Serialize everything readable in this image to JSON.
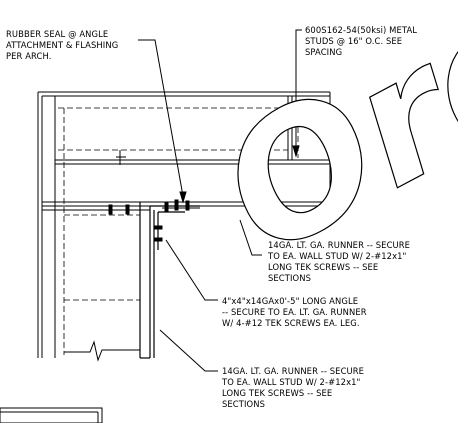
{
  "notes": {
    "rubber_seal": [
      "RUBBER SEAL @ ANGLE",
      "ATTACHMENT & FLASHING",
      "PER ARCH."
    ],
    "metal_studs": [
      "600S162-54(50ksi) METAL",
      "STUDS @ 16\" O.C. SEE",
      "SPACING"
    ],
    "runner_upper": [
      "14GA. LT. GA. RUNNER -- SECURE",
      "TO EA. WALL STUD W/ 2-#12x1\"",
      "LONG TEK SCREWS -- SEE",
      "SECTIONS"
    ],
    "angle": [
      "4\"x4\"x14GAx0'-5\" LONG ANGLE",
      "-- SECURE TO EA. LT. GA. RUNNER",
      "W/ 4-#12 TEK SCREWS EA. LEG."
    ],
    "runner_lower": [
      "14GA. LT. GA. RUNNER -- SECURE",
      "TO EA. WALL STUD W/ 2-#12x1\"",
      "LONG TEK SCREWS -- SEE",
      "SECTIONS"
    ]
  },
  "watermark": "Ord",
  "colors": {
    "line": "#000000",
    "background": "#ffffff"
  }
}
